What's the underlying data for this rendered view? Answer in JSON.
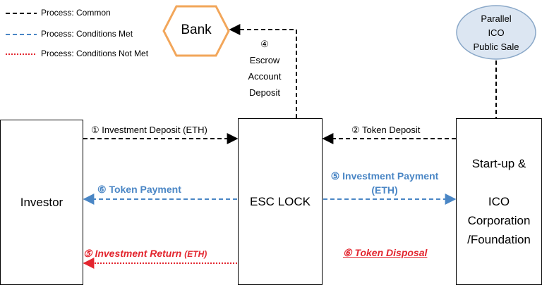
{
  "legend": {
    "common": "Process: Common",
    "conditions_met": "Process: Conditions Met",
    "conditions_not_met": "Process: Conditions Not Met"
  },
  "colors": {
    "common": "#000000",
    "conditions_met": "#4a86c5",
    "conditions_not_met": "#e3262f",
    "bank_border": "#f2a65a",
    "ico_ellipse_fill": "#dce6f2",
    "ico_ellipse_border": "#8aa8c8"
  },
  "nodes": {
    "investor": "Investor",
    "esc_lock": "ESC LOCK",
    "startup_line1": "Start-up &",
    "startup_line2": "ICO",
    "startup_line3": "Corporation",
    "startup_line4": "/Foundation",
    "bank": "Bank",
    "ico_line1": "Parallel",
    "ico_line2": "ICO",
    "ico_line3": "Public Sale"
  },
  "edges": {
    "investment_deposit": "① Investment Deposit (ETH)",
    "token_deposit": "② Token Deposit",
    "escrow_line1": "④",
    "escrow_line2": "Escrow",
    "escrow_line3": "Account",
    "escrow_line4": "Deposit",
    "token_payment": "⑥ Token Payment",
    "investment_payment_line1": "⑤ Investment Payment",
    "investment_payment_line2": "(ETH)",
    "investment_return": "⑤ Investment Return",
    "investment_return_unit": "(ETH)",
    "token_disposal": "⑥ Token Disposal"
  }
}
